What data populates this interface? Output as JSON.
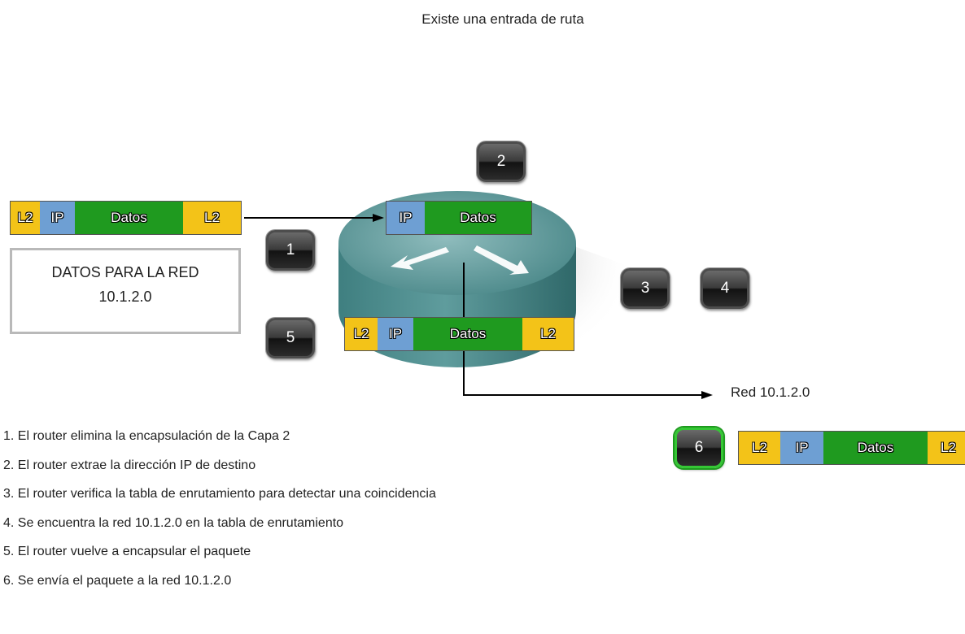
{
  "title": "Existe una entrada de ruta",
  "packet_labels": {
    "l2": "L2",
    "ip": "IP",
    "datos": "Datos"
  },
  "info_box": {
    "line1": "DATOS PARA LA RED",
    "line2": "10.1.2.0"
  },
  "network_label": "Red 10.1.2.0",
  "badges": [
    "1",
    "2",
    "3",
    "4",
    "5",
    "6"
  ],
  "active_badge": "6",
  "steps": [
    "1. El router elimina la encapsulación de la Capa 2",
    "2. El router extrae la dirección IP de destino",
    "3. El router verifica la tabla de enrutamiento para detectar una coincidencia",
    "4. Se encuentra la red 10.1.2.0 en la tabla de enrutamiento",
    "5. El router vuelve a encapsular el paquete",
    "6. Se envía el paquete a la red 10.1.2.0"
  ],
  "colors": {
    "l2": "#f3c318",
    "ip": "#6e9fd3",
    "datos": "#1f9a1f",
    "router": "#4f8f90",
    "active_badge_border": "#35c735"
  }
}
